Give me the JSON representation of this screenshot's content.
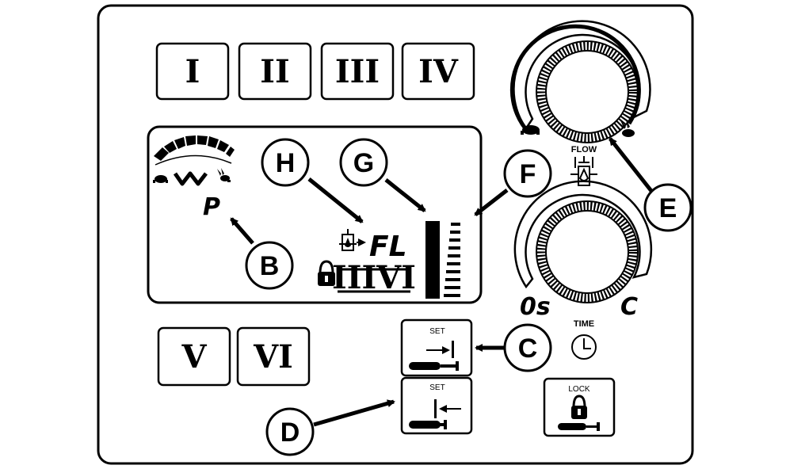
{
  "buttons": {
    "b1": "I",
    "b2": "II",
    "b3": "III",
    "b4": "IV",
    "b5": "V",
    "b6": "VI"
  },
  "set_in": "SET",
  "set_out": "SET",
  "lock": "LOCK",
  "flow": "FLOW",
  "time": "TIME",
  "time_min": "0s",
  "time_max": "C",
  "lcd": {
    "p": "P",
    "fl": "FL",
    "mem": "IIIVI"
  },
  "callouts": {
    "b": "B",
    "c": "C",
    "d": "D",
    "e": "E",
    "f": "F",
    "g": "G",
    "h": "H"
  }
}
